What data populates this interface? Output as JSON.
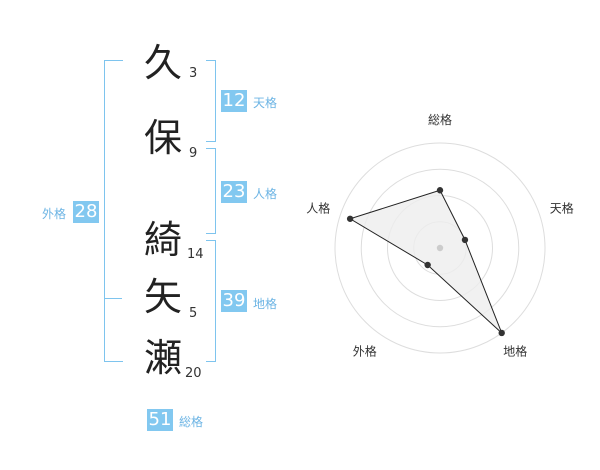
{
  "name": {
    "chars": [
      {
        "char": "久",
        "strokes": "3"
      },
      {
        "char": "保",
        "strokes": "9"
      },
      {
        "char": "綺",
        "strokes": "14"
      },
      {
        "char": "矢",
        "strokes": "5"
      },
      {
        "char": "瀬",
        "strokes": "20"
      }
    ]
  },
  "fortune": {
    "tenkaku": {
      "value": "12",
      "label": "天格"
    },
    "jinkaku": {
      "value": "23",
      "label": "人格"
    },
    "chikaku": {
      "value": "39",
      "label": "地格"
    },
    "gaikaku": {
      "value": "28",
      "label": "外格"
    },
    "soukaku": {
      "value": "51",
      "label": "総格"
    }
  },
  "colors": {
    "accent": "#82c8f0",
    "bracket": "#7ec4ee",
    "label": "#6cb4e4",
    "grid": "#dddddd",
    "polygon_fill": "#eeeeee",
    "polygon_stroke": "#222222"
  },
  "chart_data": {
    "type": "radar",
    "axes": [
      "総格",
      "天格",
      "地格",
      "外格",
      "人格"
    ],
    "values": [
      0.55,
      0.25,
      1.0,
      0.2,
      0.9
    ],
    "range": [
      0,
      1
    ],
    "rings": 4,
    "grid": true
  }
}
